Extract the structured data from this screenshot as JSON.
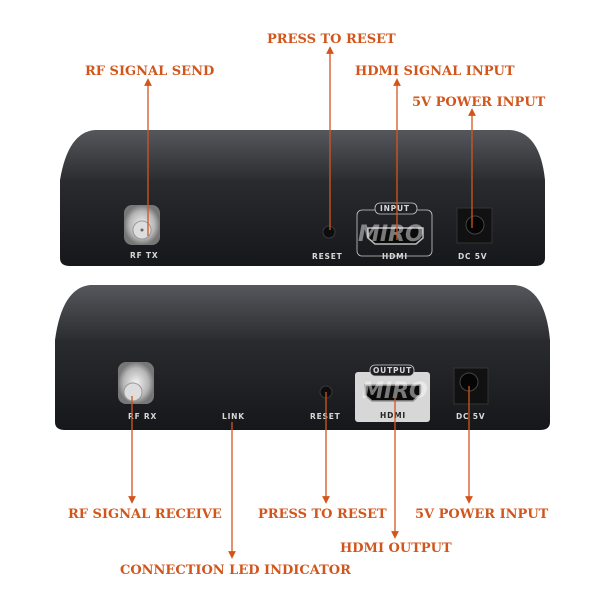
{
  "callouts": {
    "top_reset": "PRESS TO RESET",
    "rf_send": "RF SIGNAL SEND",
    "hdmi_input": "HDMI SIGNAL INPUT",
    "power_top": "5V POWER INPUT",
    "rf_receive": "RF SIGNAL RECEIVE",
    "bottom_reset": "PRESS TO RESET",
    "power_bottom": "5V POWER INPUT",
    "hdmi_output": "HDMI OUTPUT",
    "led": "CONNECTION LED INDICATOR"
  },
  "transmitter": {
    "rf": "RF TX",
    "reset": "RESET",
    "port_tag": "INPUT",
    "hdmi": "HDMI",
    "dc": "DC 5V"
  },
  "receiver": {
    "rf": "RF RX",
    "link": "LINK",
    "reset": "RESET",
    "port_tag": "OUTPUT",
    "hdmi": "HDMI",
    "dc": "DC 5V"
  },
  "watermark": "MIRO",
  "colors": {
    "accent": "#d2561c",
    "device": "#1f2024"
  }
}
